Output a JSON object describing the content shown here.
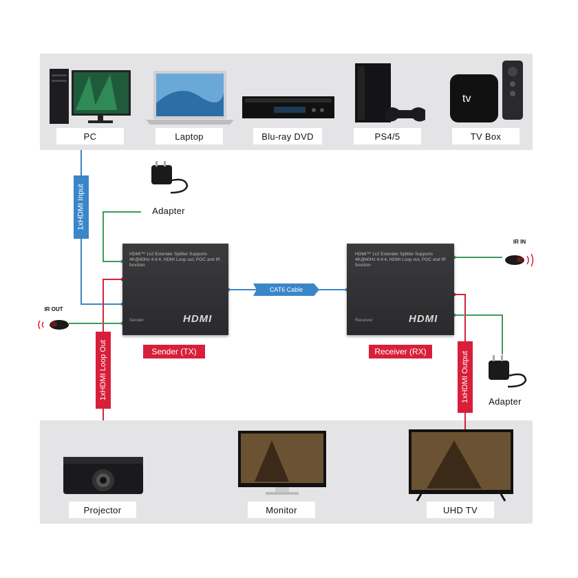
{
  "sources": [
    {
      "label": "PC",
      "icon": "pc-icon"
    },
    {
      "label": "Laptop",
      "icon": "laptop-icon"
    },
    {
      "label": "Blu-ray DVD",
      "icon": "bluray-player-icon"
    },
    {
      "label": "PS4/5",
      "icon": "ps-console-icon"
    },
    {
      "label": "TV Box",
      "icon": "tv-box-icon"
    }
  ],
  "displays": [
    {
      "label": "Projector",
      "icon": "projector-icon"
    },
    {
      "label": "Monitor",
      "icon": "monitor-icon"
    },
    {
      "label": "UHD TV",
      "icon": "uhd-tv-icon"
    }
  ],
  "adapters": {
    "sender": "Adapter",
    "receiver": "Adapter"
  },
  "sender": {
    "description": "HDMI™ 1x2 Extender Splitter Supports 4K@60Hz 4:4:4, HDMI Loop out, POC and IR function",
    "role": "Sender",
    "logo": "HDMI",
    "label": "Sender (TX)"
  },
  "receiver": {
    "description": "HDMI™ 1x2 Extender Splitter Supports 4K@60Hz 4:4:4, HDMI Loop out, POC and IR function",
    "role": "Receiver",
    "logo": "HDMI",
    "label": "Receiver (RX)"
  },
  "links": {
    "input": "1xHDMI Input",
    "loop_out": "1xHDMI Loop Out",
    "output": "1xHDMI Output",
    "cable": "CAT6 Cable"
  },
  "ir": {
    "out": "IR OUT",
    "in": "IR IN"
  },
  "colors": {
    "blue": "#3a86c8",
    "red": "#d81f3a",
    "green": "#3f9a5a",
    "panel": "#e4e4e6"
  }
}
